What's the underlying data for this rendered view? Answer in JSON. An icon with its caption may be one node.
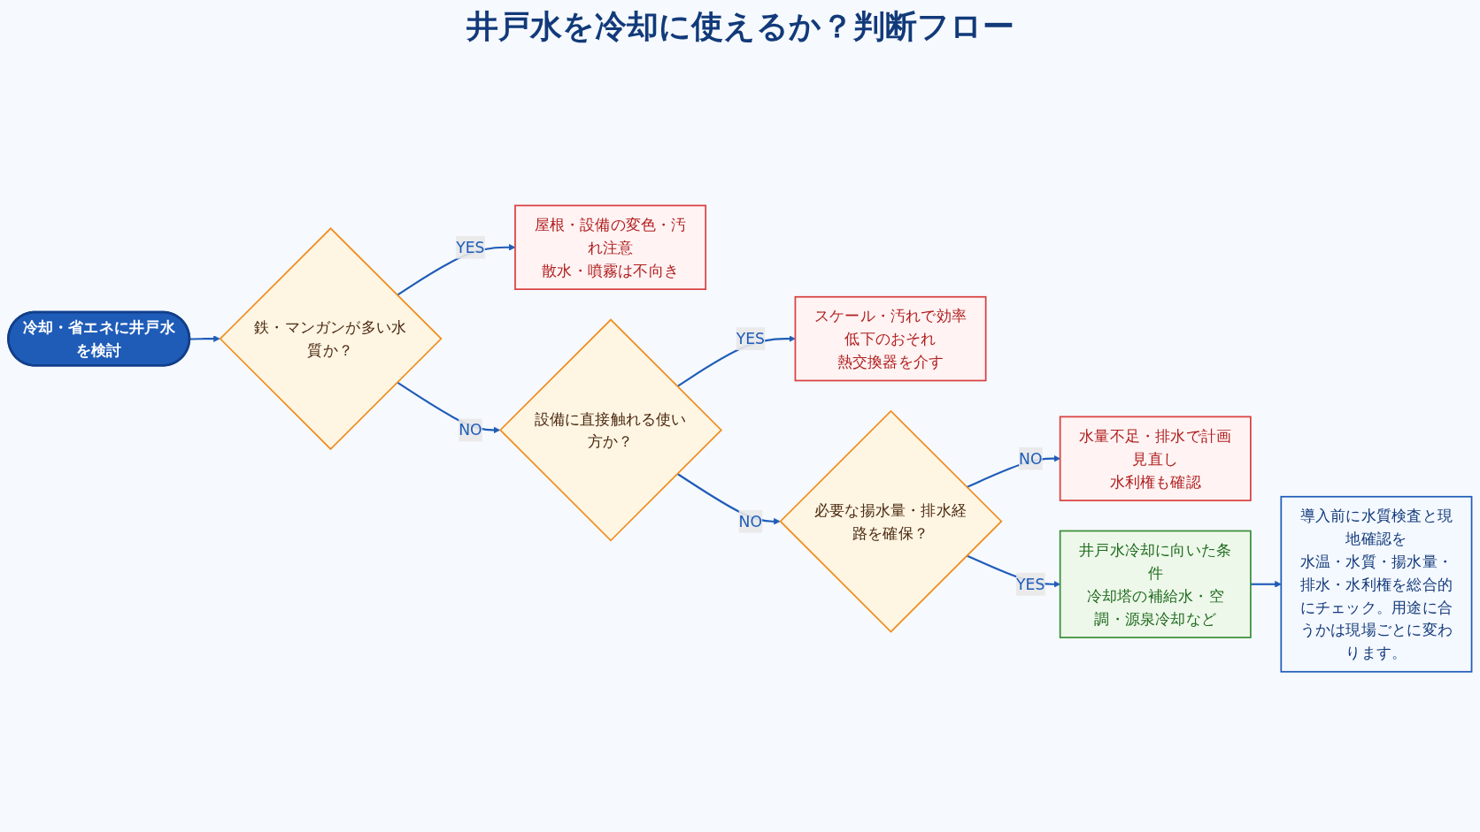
{
  "diagram": {
    "title": "井戸水を冷却に使えるか？判断フロー",
    "nodes": [
      {
        "text": [
          "冷却・省エネに井戸水を検討"
        ]
      },
      {
        "text": [
          "鉄・マンガンが多い水質か？"
        ]
      },
      {
        "text": [
          "屋根・設備の変色・汚れ注意",
          "散水・噴霧は不向き"
        ]
      },
      {
        "text": [
          "設備に直接触れる使い方か？"
        ]
      },
      {
        "text": [
          "スケール・汚れで効率低下のおそれ",
          "熱交換器を介す"
        ]
      },
      {
        "text": [
          "必要な揚水量・排水経路を確保？"
        ]
      },
      {
        "text": [
          "水量不足・排水で計画見直し",
          "水利権も確認"
        ]
      },
      {
        "text": [
          "井戸水冷却に向いた条件",
          "冷却塔の補給水・空調・源泉冷却など"
        ]
      },
      {
        "text": [
          "導入前に水質検査と現地確認を",
          "水温・水質・揚水量・排水・水利権を総合的にチェック。用途に合うかは現場ごとに変わります。"
        ]
      }
    ],
    "edges": [
      {
        "from": 0,
        "to": 1,
        "arrow": "to"
      },
      {
        "from": 1,
        "to": 2,
        "arrow": "to",
        "label": "YES"
      },
      {
        "from": 1,
        "to": 3,
        "arrow": "to",
        "label": "NO"
      },
      {
        "from": 3,
        "to": 4,
        "arrow": "to",
        "label": "YES"
      },
      {
        "from": 3,
        "to": 5,
        "arrow": "to",
        "label": "NO"
      },
      {
        "from": 5,
        "to": 6,
        "arrow": "to",
        "label": "NO"
      },
      {
        "from": 5,
        "to": 7,
        "arrow": "to",
        "label": "YES"
      },
      {
        "from": 7,
        "to": 8,
        "arrow": "to"
      }
    ]
  }
}
